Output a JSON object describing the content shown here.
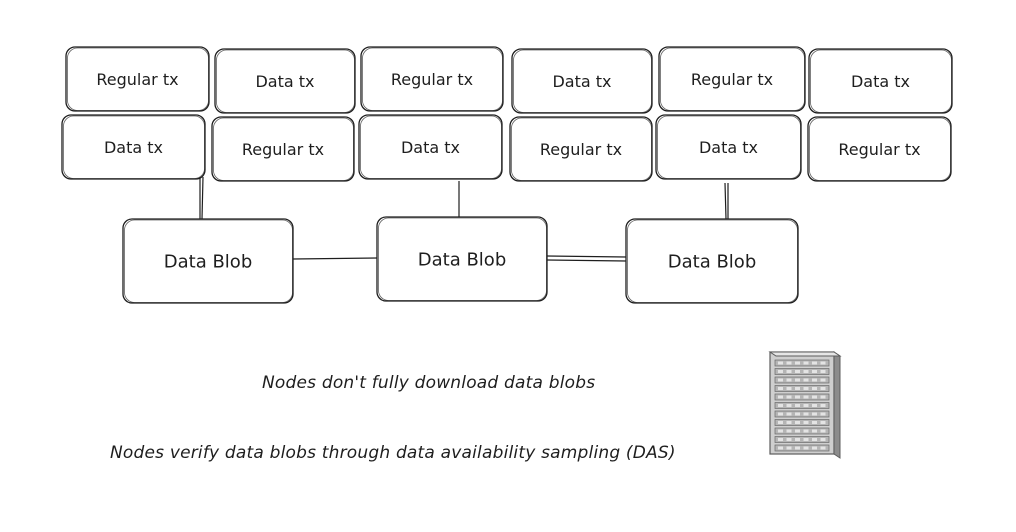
{
  "diagram": {
    "tx_rows": [
      [
        "Regular tx",
        "Data tx",
        "Regular tx",
        "Data tx",
        "Regular tx",
        "Data tx"
      ],
      [
        "Data tx",
        "Regular tx",
        "Data tx",
        "Regular tx",
        "Data tx",
        "Regular tx"
      ]
    ],
    "blobs": [
      "Data Blob",
      "Data Blob",
      "Data Blob"
    ],
    "notes": [
      "Nodes don't fully download data blobs",
      "Nodes verify data blobs through data availability sampling (DAS)"
    ],
    "server_icon": "server-rack-icon",
    "colors": {
      "stroke": "#1e1e1e",
      "background": "#ffffff",
      "server_gray": "#9a9a9a"
    }
  }
}
